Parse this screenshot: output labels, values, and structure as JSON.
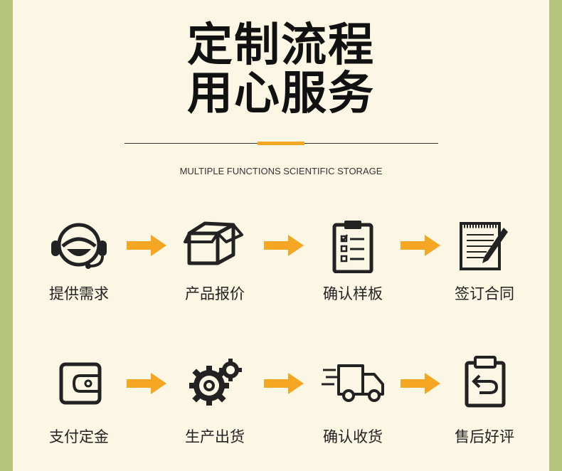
{
  "header": {
    "title_line1": "定制流程",
    "title_line2": "用心服务",
    "subtitle": "MULTIPLE FUNCTIONS SCIENTIFIC STORAGE"
  },
  "colors": {
    "accent": "#f5a623",
    "background": "#fbf7e4",
    "border": "#b6c47c"
  },
  "steps_row1": [
    {
      "label": "提供需求",
      "icon": "customer-service-headset-icon"
    },
    {
      "label": "产品报价",
      "icon": "package-box-icon"
    },
    {
      "label": "确认样板",
      "icon": "clipboard-checklist-icon"
    },
    {
      "label": "签订合同",
      "icon": "notepad-pen-icon"
    }
  ],
  "steps_row2": [
    {
      "label": "支付定金",
      "icon": "wallet-icon"
    },
    {
      "label": "生产出货",
      "icon": "gears-icon"
    },
    {
      "label": "确认收货",
      "icon": "delivery-truck-icon"
    },
    {
      "label": "售后好评",
      "icon": "return-clipboard-icon"
    }
  ]
}
